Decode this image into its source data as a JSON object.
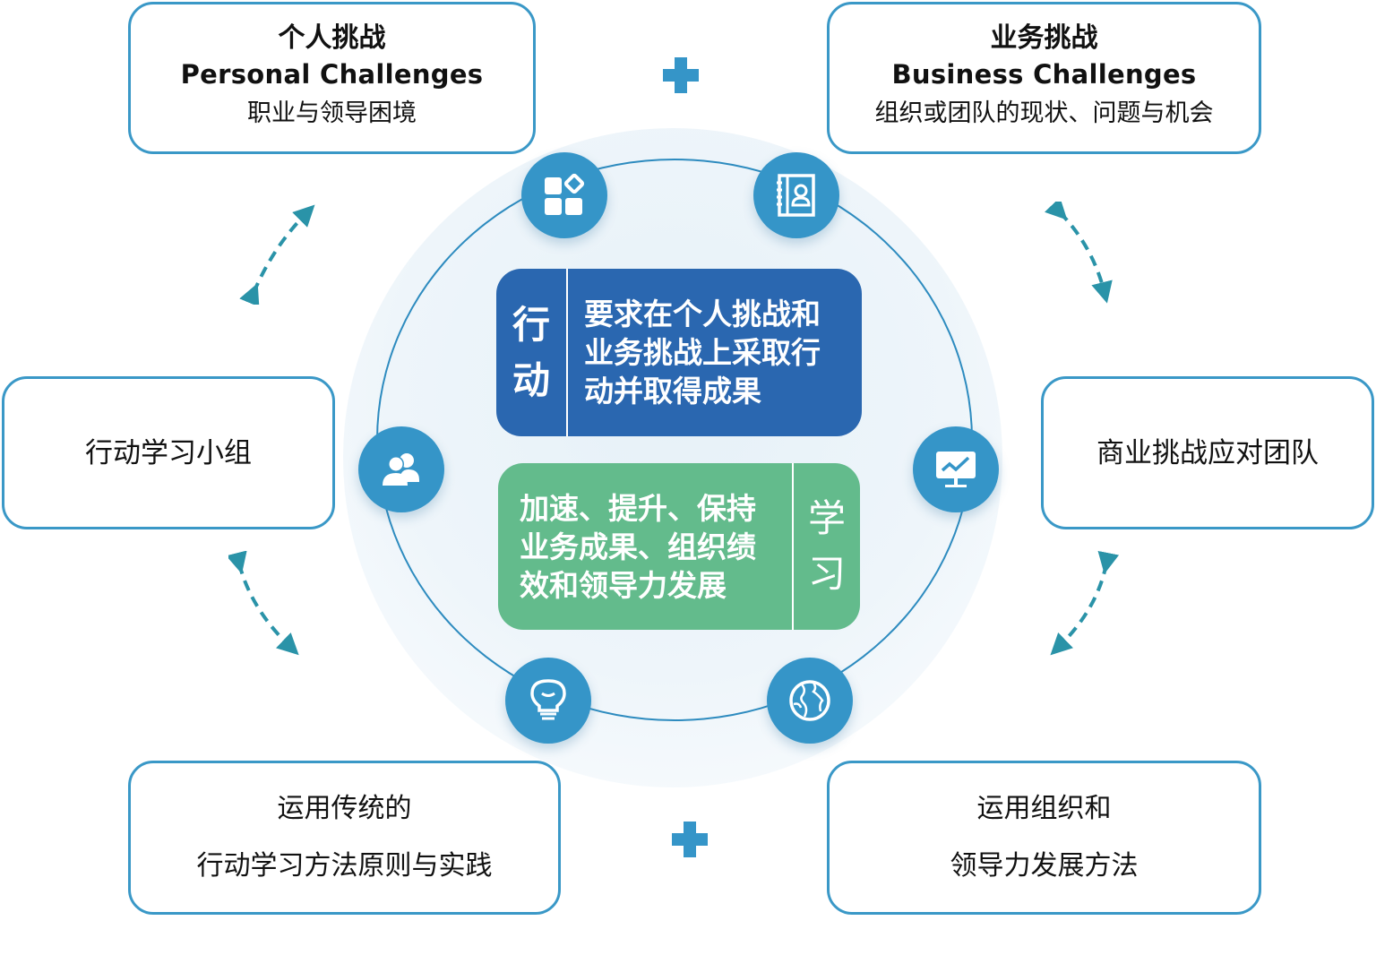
{
  "boxes": {
    "personal": {
      "title_zh": "个人挑战",
      "title_en": "Personal Challenges",
      "subtitle": "职业与领导困境"
    },
    "business": {
      "title_zh": "业务挑战",
      "title_en": "Business Challenges",
      "subtitle": "组织或团队的现状、问题与机会"
    },
    "action_group": {
      "label": "行动学习小组"
    },
    "business_team": {
      "label": "商业挑战应对团队"
    },
    "traditional": {
      "line1": "运用传统的",
      "line2": "行动学习方法原则与实践"
    },
    "org_methods": {
      "line1": "运用组织和",
      "line2": "领导力发展方法"
    }
  },
  "center": {
    "action": {
      "side_chars": [
        "行",
        "动"
      ],
      "lines": [
        "要求在个人挑战和",
        "业务挑战上采取行",
        "动并取得成果"
      ],
      "color": "#2a67b0"
    },
    "learning": {
      "side_chars": [
        "学",
        "习"
      ],
      "lines": [
        "加速、提升、保持",
        "业务成果、组织绩",
        "效和领导力发展"
      ],
      "color": "#63bb8c"
    }
  },
  "ring_icons": [
    "apps-icon",
    "contact-book-icon",
    "users-icon",
    "monitor-chart-icon",
    "lightbulb-icon",
    "globe-icon"
  ],
  "colors": {
    "accent": "#3595c8",
    "border": "#3a98c7",
    "arrow": "#2a93a8"
  }
}
